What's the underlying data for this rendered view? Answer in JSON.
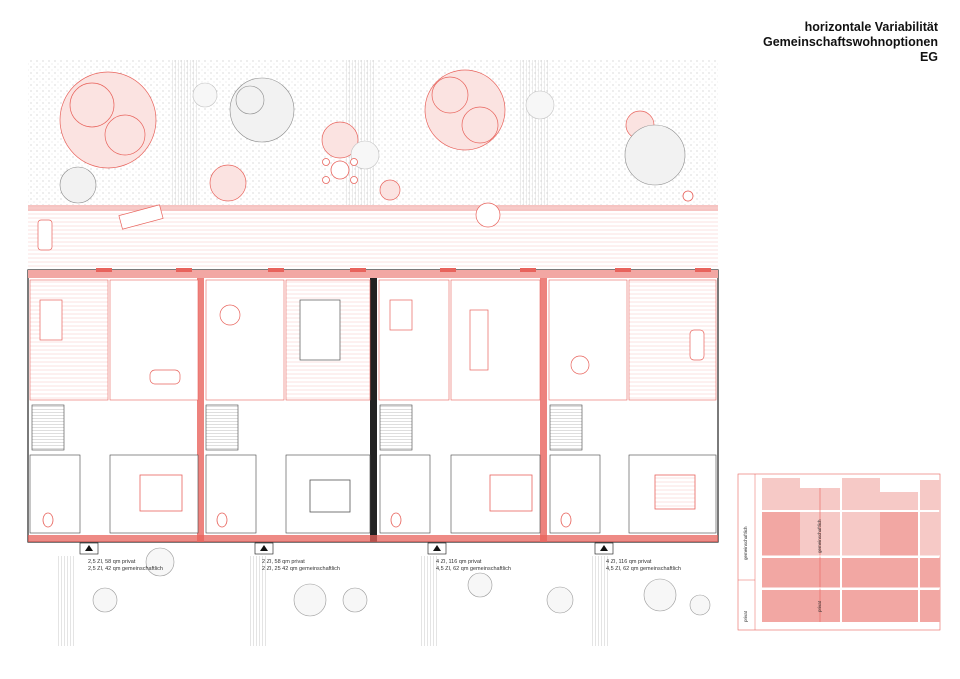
{
  "title": {
    "line1": "horizontale Variabilität",
    "line2": "Gemeinschaftswohnoptionen",
    "line3": "EG"
  },
  "units": [
    {
      "rooms": "2,5 ZI, 58 qm privat",
      "shared": "2,5 ZI, 42 qm gemeinschaftlich"
    },
    {
      "rooms": "2 ZI, 58 qm privat",
      "shared": "2 ZI, 25 42 qm gemeinschaftlich"
    },
    {
      "rooms": "4 ZI, 116 qm privat",
      "shared": "4,5 ZI, 62 qm gemeinschaftlich"
    },
    {
      "rooms": "4 ZI, 116 qm privat",
      "shared": "4,5 ZI, 62 qm gemeinschaftlich"
    }
  ],
  "legend": {
    "label_shared": "gemeinschaftlich",
    "label_private": "privat",
    "label_shared_inner": "gemeinschaftlich",
    "label_private_inner": "privat"
  },
  "colors": {
    "accent": "#e8635c",
    "accent_light": "#f6c9c6",
    "accent_mid": "#f2a7a3",
    "wall": "#222222"
  }
}
